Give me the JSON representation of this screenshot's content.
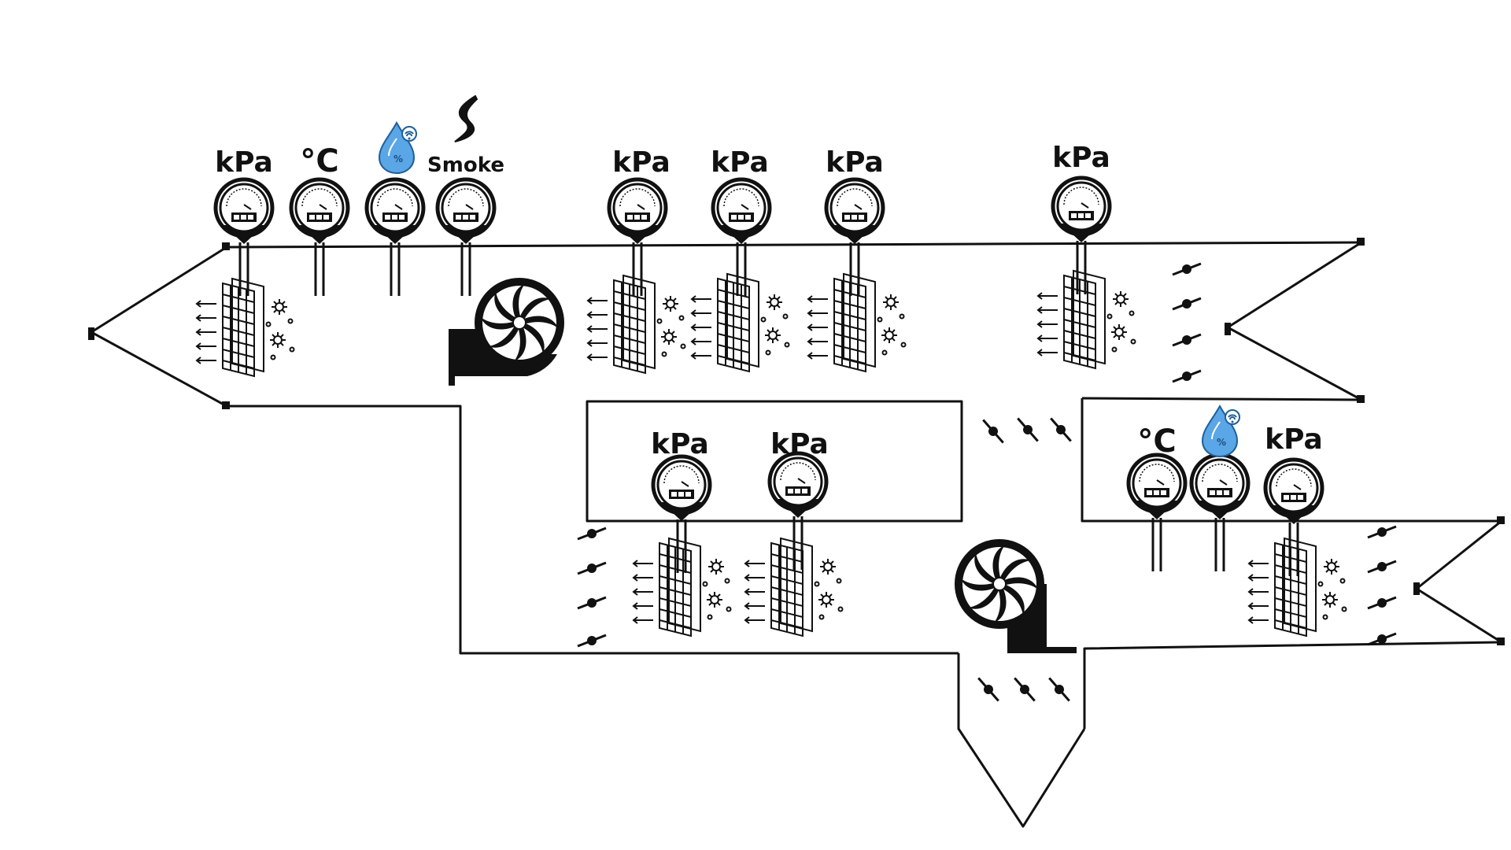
{
  "labels": {
    "pressure": "kPa",
    "temperature": "°C",
    "smoke": "Smoke"
  },
  "icons": {
    "pressure_sensor": "pressure-gauge-icon",
    "temperature_sensor": "temperature-gauge-icon",
    "humidity_sensor": "humidity-gauge-icon",
    "smoke_sensor": "smoke-gauge-icon",
    "fan": "fan-icon",
    "filter": "filter-icon",
    "damper": "damper-icon",
    "humidity_symbol": "humidity-droplet-icon",
    "smoke_symbol": "smoke-wisp-icon"
  },
  "colors": {
    "line": "#111111",
    "humidity_blue": "#5aa6e6",
    "background": "#ffffff"
  }
}
